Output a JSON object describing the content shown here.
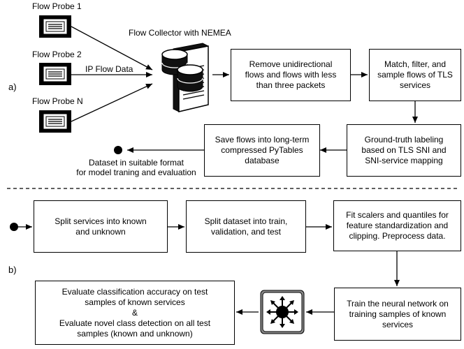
{
  "section_a": {
    "label": "a)",
    "probes": [
      "Flow Probe 1",
      "Flow Probe 2",
      "Flow Probe N"
    ],
    "ip_flow_data": "IP Flow Data",
    "collector": "Flow Collector with NEMEA",
    "step1": "Remove unidirectional\nflows and flows with less\nthan three packets",
    "step2": "Match, filter, and\nsample flows of TLS\nservices",
    "step3": "Ground-truth labeling\nbased on TLS SNI and\nSNI-service mapping",
    "step4": "Save flows into long-term\ncompressed PyTables\ndatabase",
    "output": "Dataset in suitable format\nfor model traning and evaluation"
  },
  "section_b": {
    "label": "b)",
    "step1": "Split services into known\nand unknown",
    "step2": "Split dataset into train,\nvalidation, and test",
    "step3": "Fit scalers and quantiles for\nfeature standardization and\nclipping. Preprocess data.",
    "step4": "Train the neural network on\ntraining samples of known\nservices",
    "step5": "Evaluate classification accuracy on test\nsamples of known services\n&\nEvaluate novel class detection on all test\nsamples (known and unknown)"
  },
  "icons": [
    "probe-icon",
    "database-server-icon",
    "neural-network-icon",
    "start-dot-icon",
    "end-dot-icon"
  ]
}
